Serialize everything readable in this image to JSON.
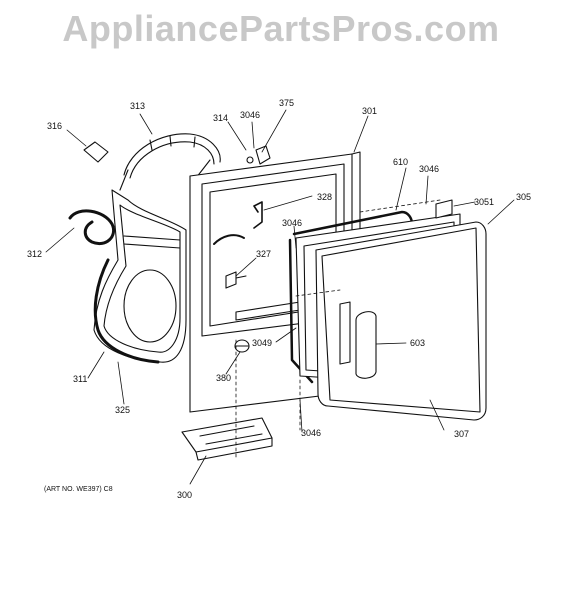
{
  "watermark": "AppliancePartsPros.com",
  "art_note": "(ART NO. WE397) C8",
  "callouts": {
    "c316": "316",
    "c313": "313",
    "c314": "314",
    "c3046a": "3046",
    "c375": "375",
    "c301": "301",
    "c610": "610",
    "c3046b": "3046",
    "c3051": "3051",
    "c305": "305",
    "c328": "328",
    "c3046c": "3046",
    "c312": "312",
    "c327": "327",
    "c603": "603",
    "c3049": "3049",
    "c311": "311",
    "c380": "380",
    "c325": "325",
    "c3046d": "3046",
    "c307": "307",
    "c300": "300"
  },
  "colors": {
    "line": "#111111",
    "fill": "#ffffff",
    "watermark": "#c8c8c8"
  }
}
